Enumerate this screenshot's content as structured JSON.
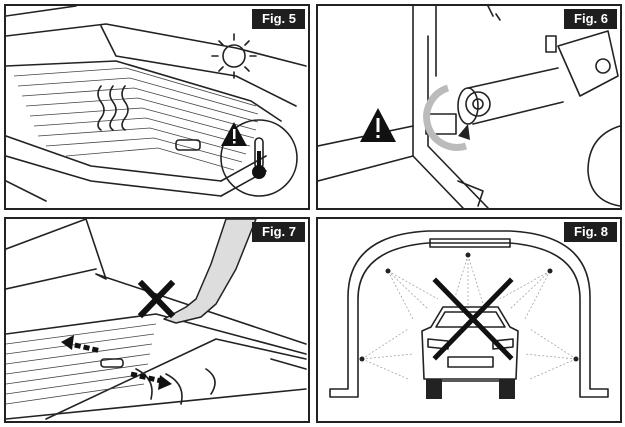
{
  "figures": [
    {
      "id": "p5",
      "label": "Fig. 5",
      "icons": [
        "sun-icon",
        "heat-waves-icon",
        "warning-icon",
        "thermometer-icon"
      ]
    },
    {
      "id": "p6",
      "label": "Fig. 6",
      "icons": [
        "warning-icon",
        "rotate-arrow-icon"
      ]
    },
    {
      "id": "p7",
      "label": "Fig. 7",
      "icons": [
        "cross-icon",
        "hand-icon",
        "double-arrow-icon"
      ]
    },
    {
      "id": "p8",
      "label": "Fig. 8",
      "icons": [
        "cross-icon",
        "car-wash-icon",
        "car-icon"
      ]
    }
  ],
  "colors": {
    "border": "#222222",
    "label_bg": "#1e1e1e",
    "label_text": "#ffffff",
    "skin": "#dcdcdc"
  }
}
